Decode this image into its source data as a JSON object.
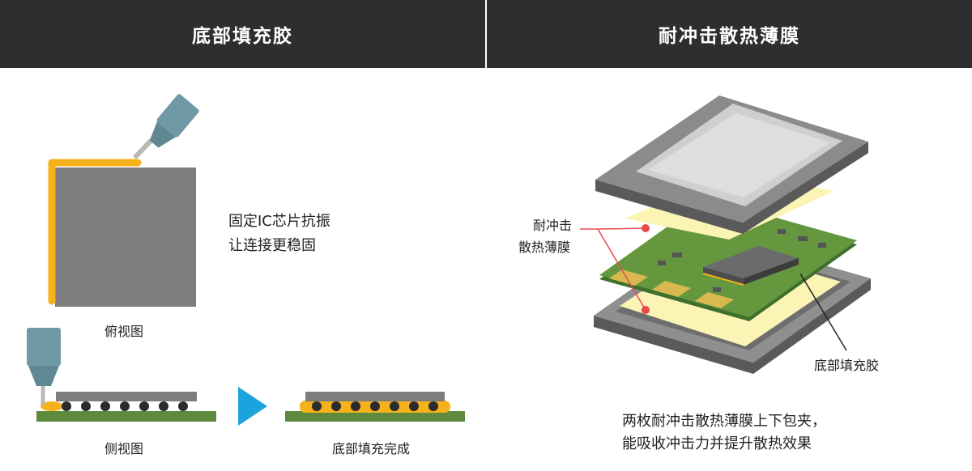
{
  "left_panel": {
    "title": "底部填充胶",
    "description_lines": [
      "固定IC芯片抗振",
      "让连接更稳固"
    ],
    "top_view_caption": "俯视图",
    "side_view_caption": "侧视图",
    "complete_caption": "底部填充完成"
  },
  "right_panel": {
    "title": "耐冲击散热薄膜",
    "film_callout_lines": [
      "耐冲击",
      "散热薄膜"
    ],
    "underfill_callout": "底部填充胶",
    "description_lines": [
      "两枚耐冲击散热薄膜上下包夹，",
      "能吸收冲击力并提升散热效果"
    ]
  },
  "colors": {
    "header_bg": "#2e2e2e",
    "underfill": "#f5b21b",
    "chip": "#7d7d7d",
    "nozzle": "#6f9aa5",
    "pcb": "#5d8a3c",
    "arrow": "#1aa3dd",
    "film": "#fbf4b4",
    "callout": "#e8494d"
  }
}
